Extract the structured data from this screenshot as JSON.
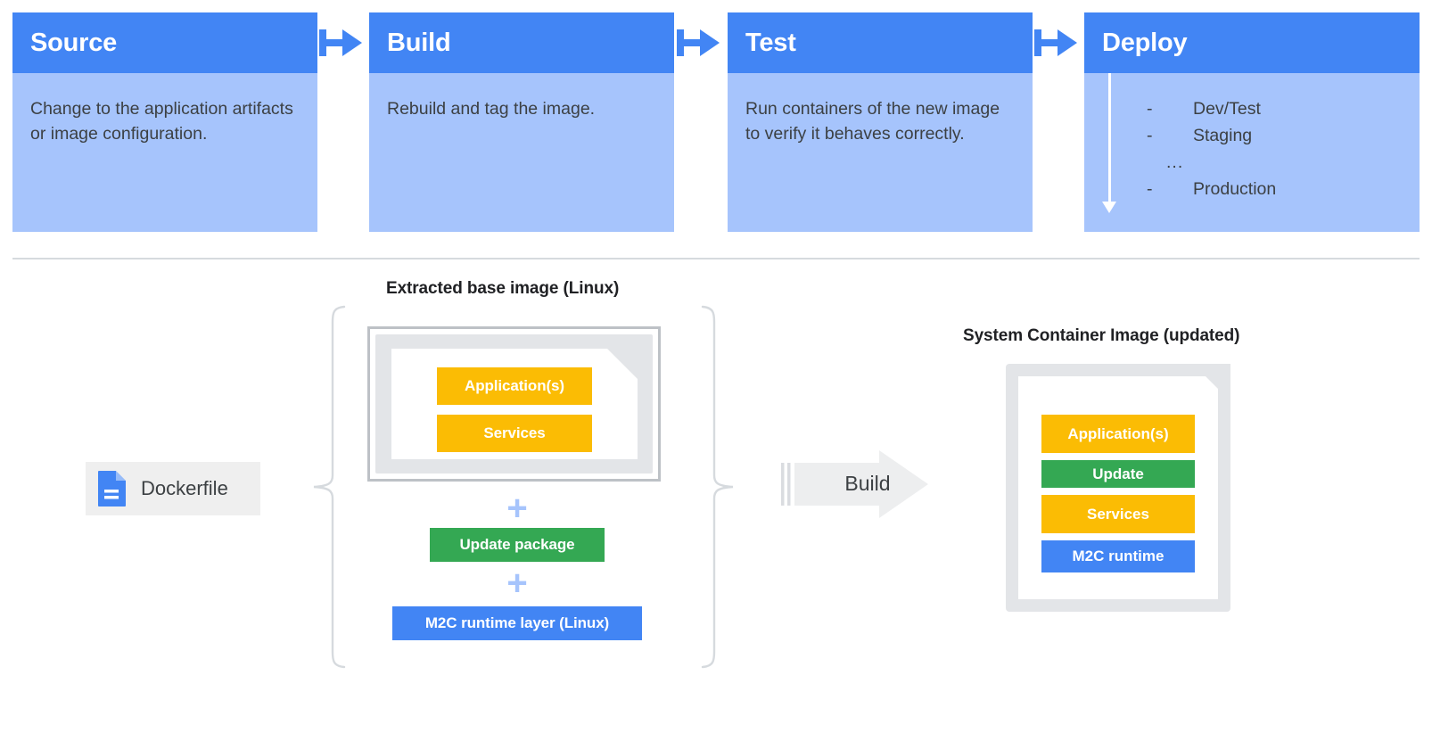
{
  "pipeline": {
    "stages": [
      {
        "title": "Source",
        "body": "Change to the application artifacts or image configuration.",
        "type": "text"
      },
      {
        "title": "Build",
        "body": "Rebuild and tag the image.",
        "type": "text"
      },
      {
        "title": "Test",
        "body": "Run containers of the new image to verify it behaves correctly.",
        "type": "text"
      },
      {
        "title": "Deploy",
        "type": "list",
        "items": [
          {
            "marker": "-",
            "label": "Dev/Test"
          },
          {
            "marker": "-",
            "label": "Staging"
          },
          {
            "marker": "",
            "label": "..."
          },
          {
            "marker": "-",
            "label": "Production"
          }
        ]
      }
    ],
    "connector_icon": "arrow-right-icon",
    "deploy_flow_icon": "arrow-down-icon"
  },
  "build_diagram": {
    "dockerfile": {
      "label": "Dockerfile",
      "icon": "document-icon"
    },
    "base_image": {
      "caption": "Extracted base image (Linux)",
      "layers": [
        {
          "label": "Application(s)",
          "color": "#FBBC04"
        },
        {
          "label": "Services",
          "color": "#FBBC04"
        }
      ]
    },
    "additions": [
      {
        "operator": "+",
        "label": "Update package",
        "color": "#34A853"
      },
      {
        "operator": "+",
        "label": "M2C runtime layer (Linux)",
        "color": "#4285F4"
      }
    ],
    "build_action": {
      "label": "Build",
      "icon": "arrow-right-icon"
    },
    "result_image": {
      "caption": "System Container Image (updated)",
      "layers": [
        {
          "label": "Application(s)",
          "color": "#FBBC04"
        },
        {
          "label": "Update",
          "color": "#34A853"
        },
        {
          "label": "Services",
          "color": "#FBBC04"
        },
        {
          "label": "M2C runtime",
          "color": "#4285F4"
        }
      ]
    }
  },
  "colors": {
    "header_blue": "#4285F4",
    "body_blue": "#A6C4FC",
    "amber": "#FBBC04",
    "green": "#34A853",
    "blue": "#4285F4",
    "gray_border": "#BDC1C6",
    "gray_fill": "#E3E5E8",
    "text_dark": "#3C4043"
  }
}
